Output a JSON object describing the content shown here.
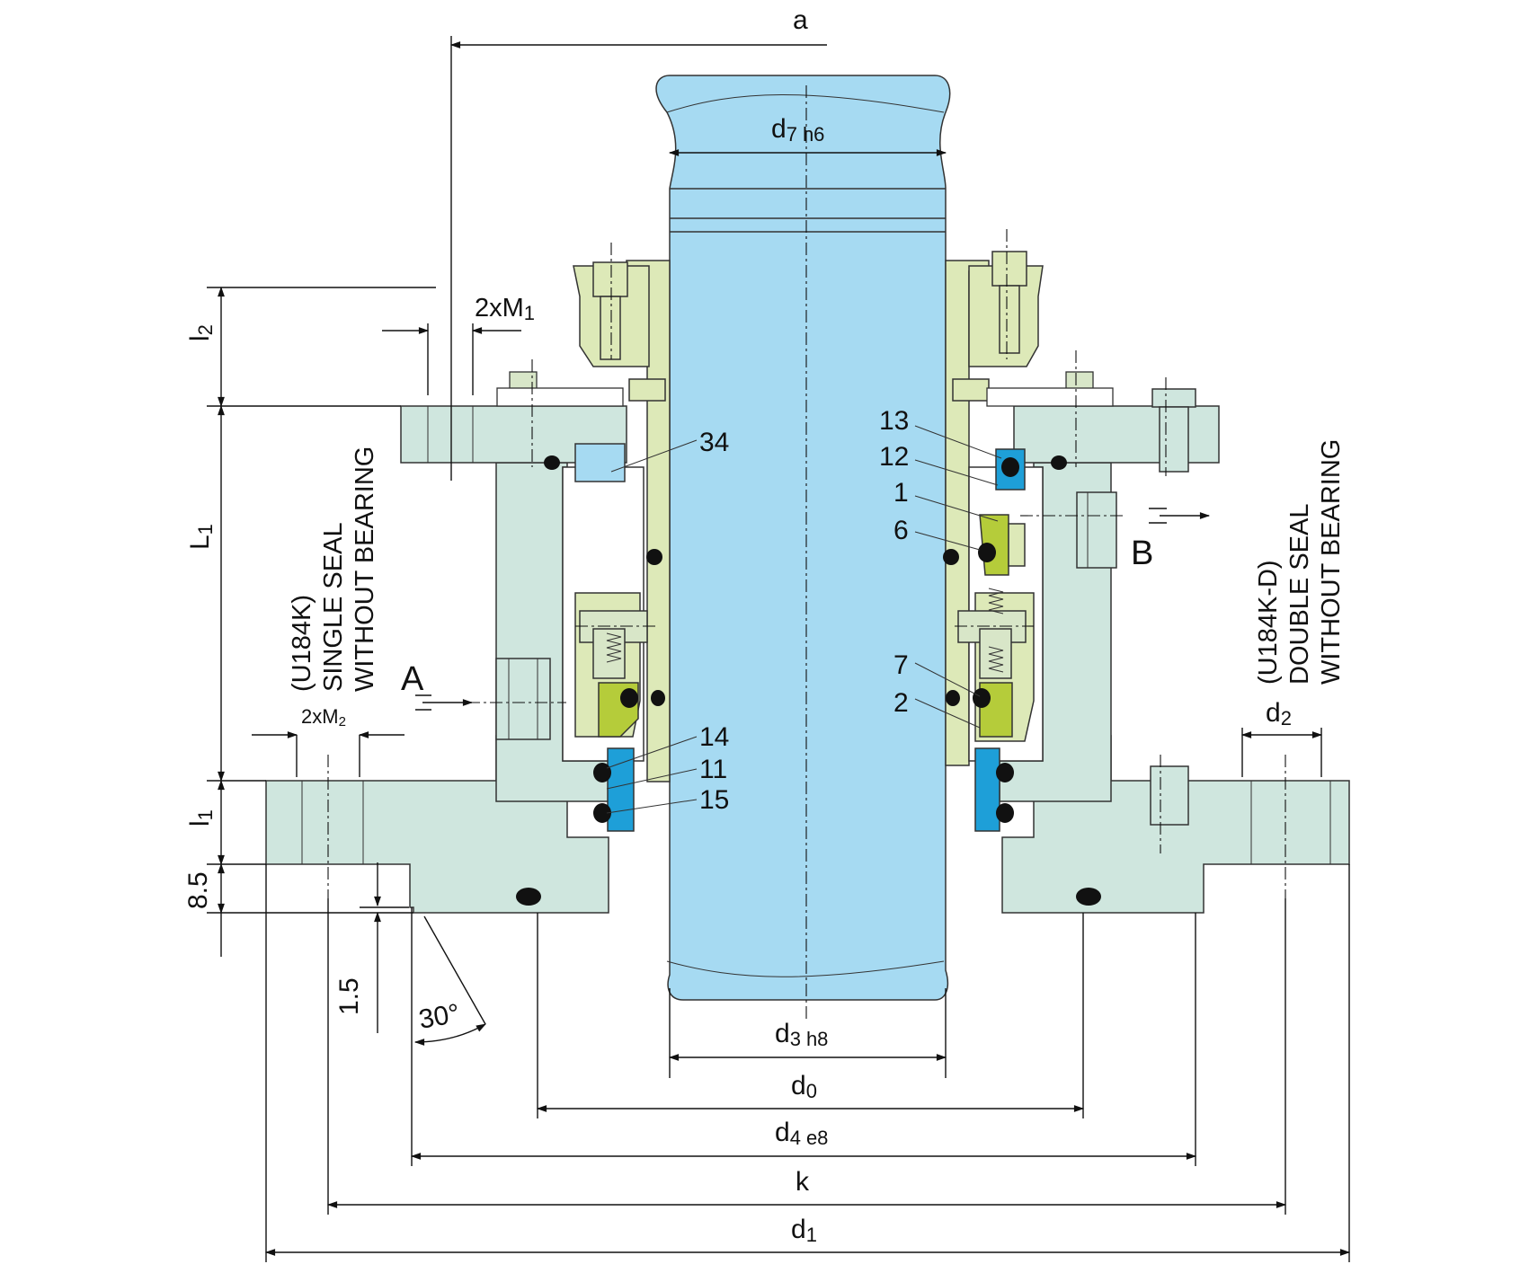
{
  "dimensions": {
    "a": "a",
    "d7": "d",
    "d7_sub": "7",
    "d7_tol": "h6",
    "d3": "d",
    "d3_sub": "3",
    "d3_tol": "h8",
    "d0": "d",
    "d0_sub": "0",
    "d4": "d",
    "d4_sub": "4",
    "d4_tol": "e8",
    "k": "k",
    "d1": "d",
    "d1_sub": "1",
    "d2": "d",
    "d2_sub": "2",
    "l2": "l",
    "l2_sub": "2",
    "L1": "L",
    "L1_sub": "1",
    "l1": "l",
    "l1_sub": "1",
    "h85": "8.5",
    "h15": "1.5",
    "angle": "30°",
    "m1": "2xM",
    "m1_sub": "1",
    "m2": "2xM",
    "m2_sub": "2"
  },
  "ports": {
    "a": "A",
    "b": "B"
  },
  "left_caption": {
    "line1": "(U184K)",
    "line2": "SINGLE SEAL",
    "line3": "WITHOUT BEARING"
  },
  "right_caption": {
    "line1": "(U184K-D)",
    "line2": "DOUBLE SEAL",
    "line3": "WITHOUT BEARING"
  },
  "part_numbers": {
    "p34": "34",
    "p13": "13",
    "p12": "12",
    "p1": "1",
    "p6": "6",
    "p7": "7",
    "p2": "2",
    "p14": "14",
    "p11": "11",
    "p15": "15"
  },
  "colors": {
    "shaft": "#a6daf2",
    "housing": "#cfe6de",
    "sleeve": "#dde9b8",
    "face_green": "#b5cc3a",
    "face_blue": "#1e9fd8",
    "oring": "#111111"
  }
}
